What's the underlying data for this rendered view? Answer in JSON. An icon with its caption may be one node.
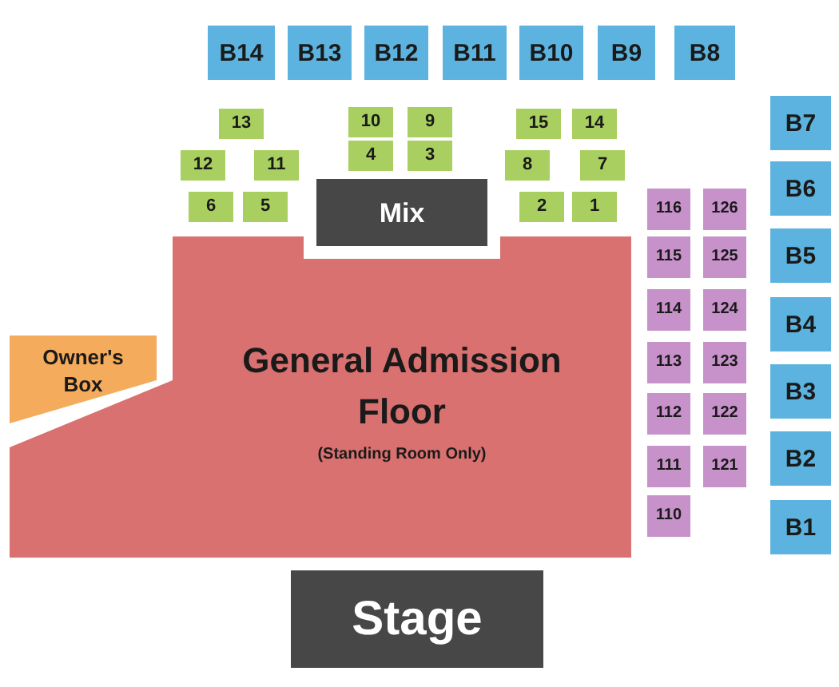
{
  "diagram": {
    "nodes": [
      {
        "text": [
          "B14"
        ]
      },
      {
        "text": [
          "B13"
        ]
      },
      {
        "text": [
          "B12"
        ]
      },
      {
        "text": [
          "B11"
        ]
      },
      {
        "text": [
          "B10"
        ]
      },
      {
        "text": [
          "B9"
        ]
      },
      {
        "text": [
          "B8"
        ]
      },
      {
        "text": [
          "B7"
        ]
      },
      {
        "text": [
          "13"
        ]
      },
      {
        "text": [
          "10"
        ]
      },
      {
        "text": [
          "9"
        ]
      },
      {
        "text": [
          "15"
        ]
      },
      {
        "text": [
          "14"
        ]
      },
      {
        "text": [
          "12"
        ]
      },
      {
        "text": [
          "11"
        ]
      },
      {
        "text": [
          "4"
        ]
      },
      {
        "text": [
          "3"
        ]
      },
      {
        "text": [
          "8"
        ]
      },
      {
        "text": [
          "7"
        ]
      },
      {
        "text": [
          "B6"
        ]
      },
      {
        "text": [
          "Mix"
        ]
      },
      {
        "text": [
          "6"
        ]
      },
      {
        "text": [
          "5"
        ]
      },
      {
        "text": [
          "2"
        ]
      },
      {
        "text": [
          "1"
        ]
      },
      {
        "text": [
          "116"
        ]
      },
      {
        "text": [
          "126"
        ]
      },
      {
        "text": [
          "B5"
        ]
      },
      {
        "text": [
          "115"
        ]
      },
      {
        "text": [
          "125"
        ]
      },
      {
        "text": [
          "General Admission Floor",
          "(Standing Room Only)"
        ]
      },
      {
        "text": [
          "114"
        ]
      },
      {
        "text": [
          "124"
        ]
      },
      {
        "text": [
          "B4"
        ]
      },
      {
        "text": [
          "Owner's Box"
        ]
      },
      {
        "text": [
          "113"
        ]
      },
      {
        "text": [
          "123"
        ]
      },
      {
        "text": [
          "B3"
        ]
      },
      {
        "text": [
          "112"
        ]
      },
      {
        "text": [
          "122"
        ]
      },
      {
        "text": [
          "B2"
        ]
      },
      {
        "text": [
          "111"
        ]
      },
      {
        "text": [
          "121"
        ]
      },
      {
        "text": [
          "B1"
        ]
      },
      {
        "text": [
          "110"
        ]
      },
      {
        "text": [
          "Stage"
        ]
      }
    ]
  }
}
